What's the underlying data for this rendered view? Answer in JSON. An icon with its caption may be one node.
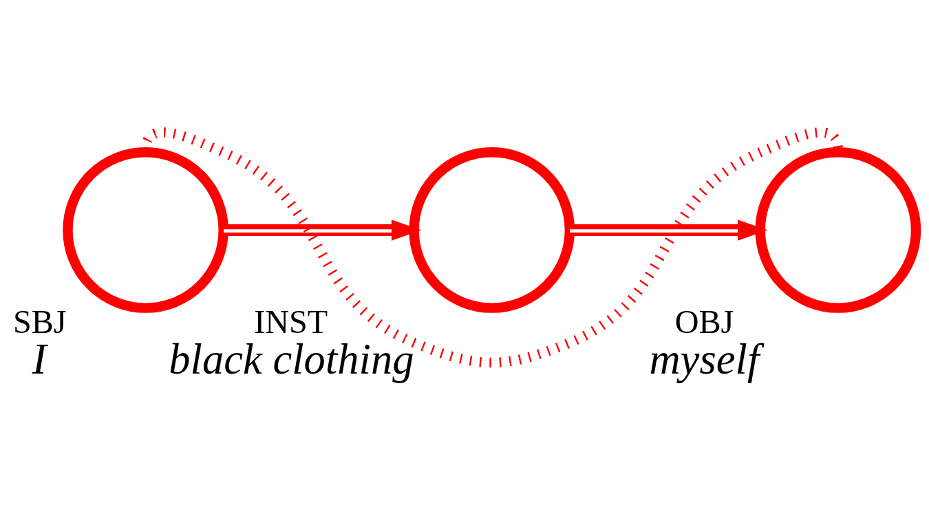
{
  "diagram": {
    "nodes": [
      {
        "text": [],
        "shape": "circle",
        "beside": [
          "SBJ",
          "I"
        ]
      },
      {
        "text": [],
        "shape": "circle",
        "beside": [
          "INST",
          "black clothing"
        ]
      },
      {
        "text": [],
        "shape": "circle",
        "beside": [
          "OBJ",
          "myself"
        ]
      }
    ],
    "edges": [
      {
        "from": 0,
        "to": 1,
        "arrow": "to"
      },
      {
        "from": 1,
        "to": 2,
        "arrow": "to"
      },
      {
        "from": 0,
        "to": 2,
        "arrow": "none",
        "style": "dashed"
      }
    ]
  }
}
